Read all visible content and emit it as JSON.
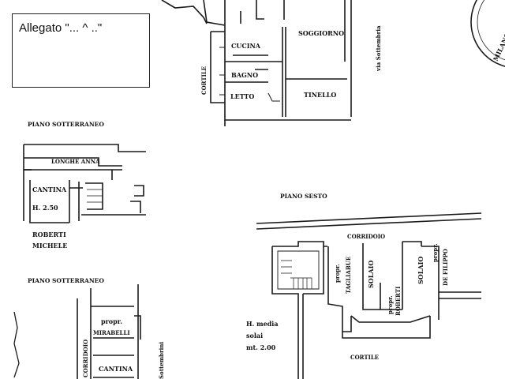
{
  "allegato": {
    "label": "Allegato \"...   ^    ..\""
  },
  "stamp_text": [
    "MILANO"
  ],
  "top_plan": {
    "rooms": [
      "CUCINA",
      "SOGGIORNO",
      "BAGNO",
      "LETTO",
      "TINELLO"
    ],
    "cortile": "CORTILE",
    "street": "via Sottembria"
  },
  "basement1": {
    "title": "PIANO SOTTERRANEO",
    "corridor": "LONGHE ANNA",
    "cantina": "CANTINA",
    "height": "H. 2.50",
    "owner_line1": "ROBERTI",
    "owner_line2": "MICHELE"
  },
  "basement2": {
    "title": "PIANO SOTTERRANEO",
    "owner_line1": "propr.",
    "owner_line2": "MIRABELLI",
    "cantina": "CANTINA",
    "corridoio": "CORRIDOIO",
    "street": "Sottembrini"
  },
  "sesto": {
    "title": "PIANO SESTO",
    "corridoio": "CORRIDOIO",
    "tagliabue_1": "propr.",
    "tagliabue_2": "TAGLIABUE",
    "solaio_1": "SOLAIO",
    "roberti_1": "propr.",
    "roberti_2": "ROBERTI",
    "solaio_2": "SOLAIO",
    "defilippo_1": "propr.",
    "defilippo_2": "DE FILIPPO",
    "height_1": "H. media",
    "height_2": "solai",
    "height_3": "mt. 2.00",
    "cortile": "CORTILE"
  }
}
